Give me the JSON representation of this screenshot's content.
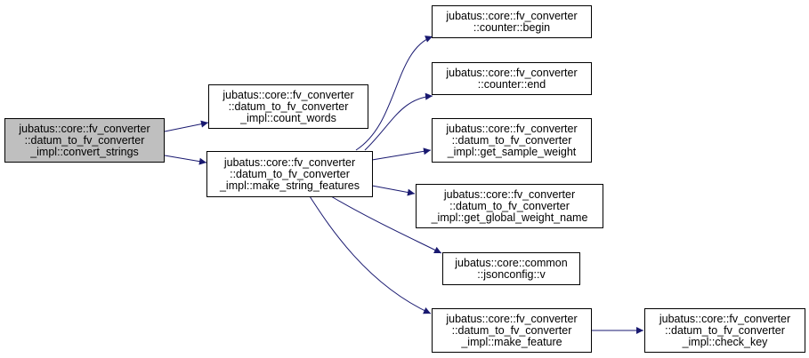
{
  "colors": {
    "edge": "#191970",
    "root_fill": "#bfbfbf",
    "node_fill": "#ffffff",
    "border": "#000000"
  },
  "nodes": {
    "convert_strings": {
      "line1": "jubatus::core::fv_converter",
      "line2": "::datum_to_fv_converter",
      "line3": "_impl::convert_strings"
    },
    "count_words": {
      "line1": "jubatus::core::fv_converter",
      "line2": "::datum_to_fv_converter",
      "line3": "_impl::count_words"
    },
    "make_string_features": {
      "line1": "jubatus::core::fv_converter",
      "line2": "::datum_to_fv_converter",
      "line3": "_impl::make_string_features"
    },
    "counter_begin": {
      "line1": "jubatus::core::fv_converter",
      "line2": "::counter::begin"
    },
    "counter_end": {
      "line1": "jubatus::core::fv_converter",
      "line2": "::counter::end"
    },
    "get_sample_weight": {
      "line1": "jubatus::core::fv_converter",
      "line2": "::datum_to_fv_converter",
      "line3": "_impl::get_sample_weight"
    },
    "get_global_weight_name": {
      "line1": "jubatus::core::fv_converter",
      "line2": "::datum_to_fv_converter",
      "line3": "_impl::get_global_weight_name"
    },
    "jsonconfig_v": {
      "line1": "jubatus::core::common",
      "line2": "::jsonconfig::v"
    },
    "make_feature": {
      "line1": "jubatus::core::fv_converter",
      "line2": "::datum_to_fv_converter",
      "line3": "_impl::make_feature"
    },
    "check_key": {
      "line1": "jubatus::core::fv_converter",
      "line2": "::datum_to_fv_converter",
      "line3": "_impl::check_key"
    }
  },
  "edges": [
    {
      "from": "convert_strings",
      "to": "count_words"
    },
    {
      "from": "convert_strings",
      "to": "make_string_features"
    },
    {
      "from": "make_string_features",
      "to": "counter_begin"
    },
    {
      "from": "make_string_features",
      "to": "counter_end"
    },
    {
      "from": "make_string_features",
      "to": "get_sample_weight"
    },
    {
      "from": "make_string_features",
      "to": "get_global_weight_name"
    },
    {
      "from": "make_string_features",
      "to": "jsonconfig_v"
    },
    {
      "from": "make_string_features",
      "to": "make_feature"
    },
    {
      "from": "make_feature",
      "to": "check_key"
    }
  ]
}
